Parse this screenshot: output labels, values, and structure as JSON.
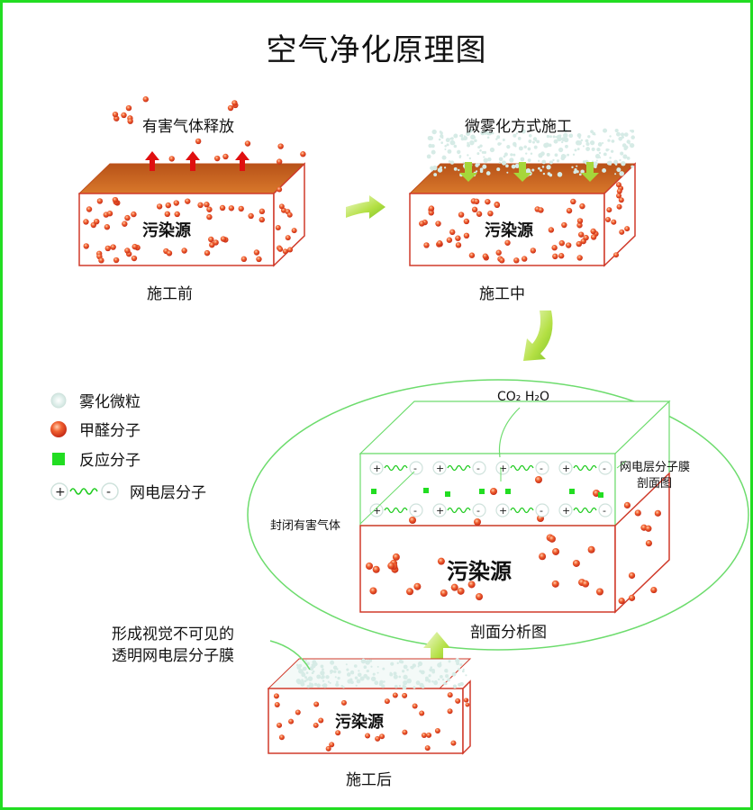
{
  "title": "空气净化原理图",
  "stages": {
    "before": {
      "caption": "施工前",
      "note": "有害气体释放",
      "source": "污染源"
    },
    "during": {
      "caption": "施工中",
      "note": "微雾化方式施工",
      "source": "污染源"
    },
    "after": {
      "caption": "施工后",
      "note_line1": "形成视觉不可见的",
      "note_line2": "透明网电层分子膜",
      "source": "污染源"
    }
  },
  "legend": {
    "items": [
      {
        "label": "雾化微粒",
        "icon": "mist-particle-icon"
      },
      {
        "label": "甲醛分子",
        "icon": "formaldehyde-molecule-icon"
      },
      {
        "label": "反应分子",
        "icon": "reaction-molecule-icon"
      },
      {
        "label": "网电层分子",
        "icon": "net-electric-molecule-icon"
      }
    ],
    "plus": "+",
    "minus": "-"
  },
  "cross_section": {
    "caption": "剖面分析图",
    "products": "CO₂ H₂O",
    "membrane_label_1": "网电层分子膜",
    "membrane_label_2": "剖面图",
    "sealed_label": "封闭有害气体",
    "source": "污染源"
  },
  "colors": {
    "border": "#22dd22",
    "box_edge": "#d03a2a",
    "top_surface": "#c9621e",
    "particle": "#e2462c",
    "mist": "#dfe9e7",
    "arrow_green": "#a8dd3a",
    "up_arrow": "#e01010"
  }
}
